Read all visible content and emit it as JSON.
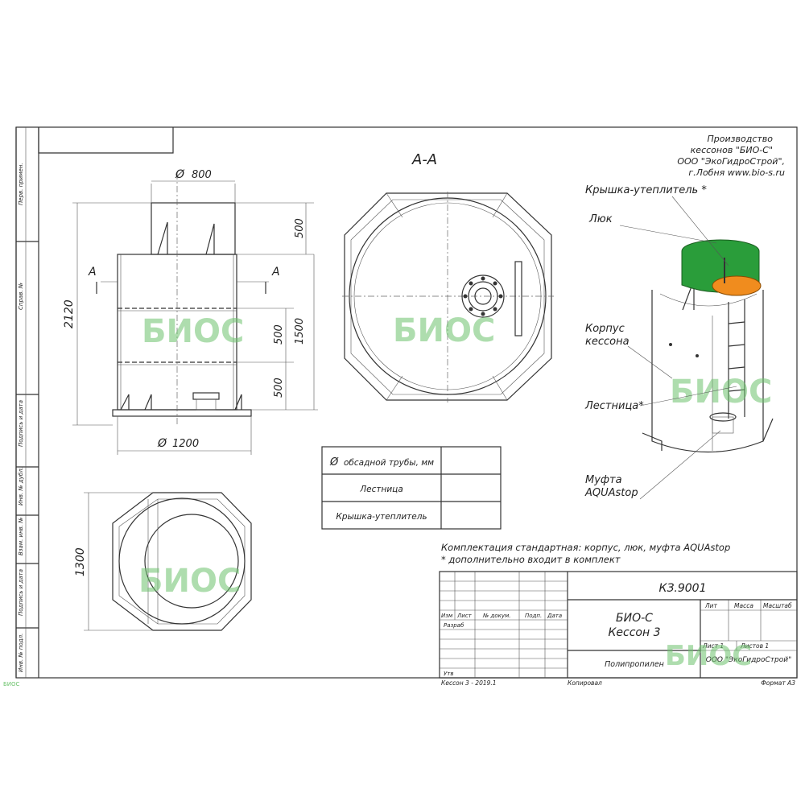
{
  "watermark": "БИОС",
  "corner_mark": "БИОС",
  "section_title": "А-А",
  "section_marker": "А",
  "dimensions": {
    "diam_800": "800",
    "diam_1200": "1200",
    "total_height": "2120",
    "top_neck": "500",
    "body": "1500",
    "mid_1": "500",
    "mid_2": "500",
    "plan_width": "1300"
  },
  "manufacturer": {
    "line1": "Производство",
    "line2": "кессонов \"БИО-С\"",
    "line3": "ООО \"ЭкоГидроСтрой\",",
    "line4": "г.Лобня    www.bio-s.ru"
  },
  "callouts": {
    "lid": "Крышка-утеплитель *",
    "hatch": "Люк",
    "body_line1": "Корпус",
    "body_line2": "кессона",
    "ladder": "Лестница*",
    "coupling_line1": "Муфта",
    "coupling_line2": "AQUAstop"
  },
  "options_table": {
    "rows": [
      {
        "label": "обсадной трубы, мм",
        "symbol": "Ø"
      },
      {
        "label": "Лестница",
        "symbol": ""
      },
      {
        "label": "Крышка-утеплитель",
        "symbol": ""
      }
    ]
  },
  "notes": {
    "line1": "Комплектация стандартная: корпус, люк, муфта AQUAstop",
    "line2": "* дополнительно входит в комплект"
  },
  "side_stamps": [
    "Перв. примен.",
    "Справ. №",
    "Подпись и дата",
    "Инв. № дубл.",
    "Взам. инв. №",
    "Подпись и дата",
    "Инв. № подл."
  ],
  "title_block": {
    "doc_code": "КЗ.9001",
    "name_line1": "БИО-С",
    "name_line2": "Кессон 3",
    "material": "Полипропилен",
    "company": "ООО \"ЭкоГидроСтрой\"",
    "col_lit": "Лит",
    "col_mass": "Масса",
    "col_scale": "Масштаб",
    "sheet": "Лист 1",
    "sheets": "Листов 1",
    "hdr_izm": "Изм",
    "hdr_list": "Лист",
    "hdr_doc": "№ докум.",
    "hdr_sign": "Подп.",
    "hdr_date": "Дата",
    "razrab": "Разраб",
    "utv": "Утв",
    "footer_left": "Кессон 3 - 2019.1",
    "footer_mid": "Копировал",
    "footer_right": "Формат А3"
  }
}
